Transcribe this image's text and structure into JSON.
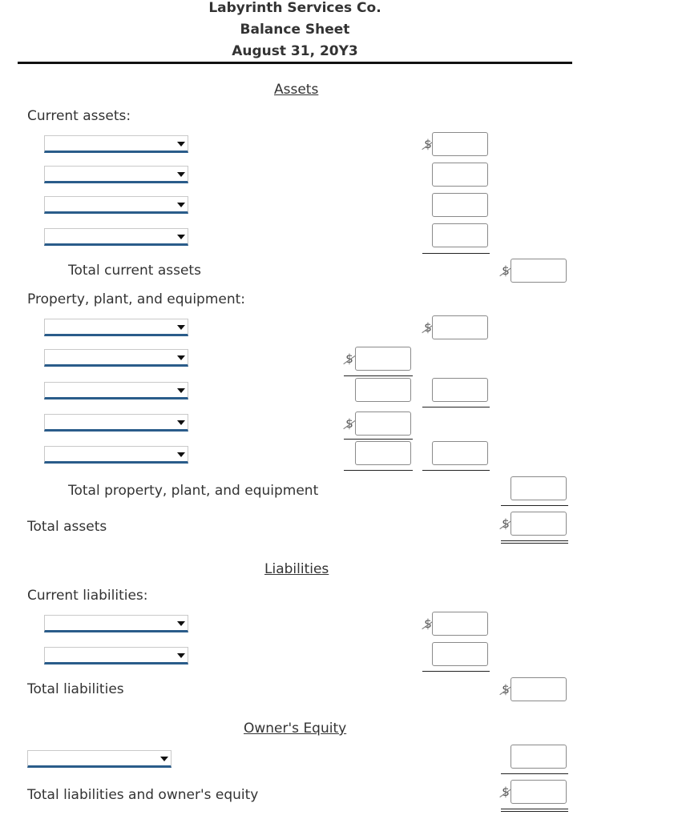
{
  "header": {
    "company": "Labyrinth Services Co.",
    "statement": "Balance Sheet",
    "date": "August 31, 20Y3"
  },
  "assets": {
    "title": "Assets",
    "current_assets_label": "Current assets:",
    "total_current_assets_label": "Total current assets",
    "ppe_label": "Property, plant, and equipment:",
    "total_ppe_label": "Total property, plant, and equipment",
    "total_assets_label": "Total assets"
  },
  "liabilities": {
    "title": "Liabilities",
    "current_liabilities_label": "Current liabilities:",
    "total_liabilities_label": "Total liabilities"
  },
  "equity": {
    "title": "Owner's Equity",
    "total_liabilities_equity_label": "Total liabilities and owner's equity"
  },
  "currency_symbol": "$"
}
